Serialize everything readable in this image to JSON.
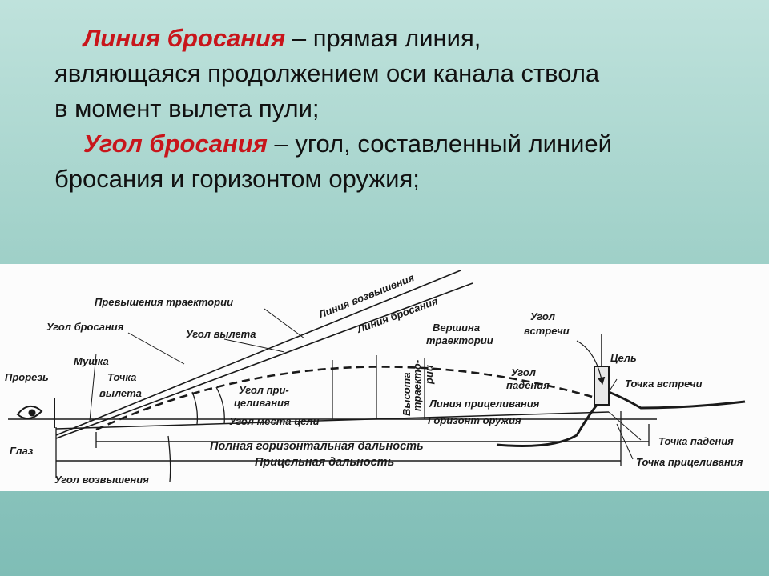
{
  "definitions": {
    "line_of_departure": {
      "term": "Линия бросания",
      "dash": "–",
      "line1_rest": "прямая линия,",
      "line2": "являющаяся продолжением оси канала ствола",
      "line3": "в момент вылета пули;"
    },
    "angle_of_departure": {
      "term": "Угол бросания",
      "line1_rest": " – угол, составленный линией",
      "line2": "бросания и горизонтом оружия;"
    }
  },
  "diagram": {
    "labels": {
      "elevation_line": "Линия возвышения",
      "line_of_departure": "Линия бросания",
      "trajectory_excess": "Превышения траектории",
      "angle_of_departure": "Угол бросания",
      "angle_of_launch": "Угол вылета",
      "front_sight": "Мушка",
      "rear_sight": "Прорезь",
      "eye": "Глаз",
      "departure_point_1": "Точка",
      "departure_point_2": "вылета",
      "aiming_angle_1": "Угол при-",
      "aiming_angle_2": "целивания",
      "target_site_angle": "Угол места цели",
      "trajectory_summit_1": "Вершина",
      "trajectory_summit_2": "траектории",
      "trajectory_height_1": "Высота",
      "trajectory_height_2": "траекто-",
      "trajectory_height_3": "рии",
      "aiming_line": "Линия прицеливания",
      "weapon_horizon": "Горизонт оружия",
      "angle_of_fall_1": "Угол",
      "angle_of_fall_2": "падения",
      "angle_of_impact_1": "Угол",
      "angle_of_impact_2": "встречи",
      "target": "Цель",
      "impact_point": "Точка встречи",
      "fall_point": "Точка падения",
      "aiming_point": "Точка прицеливания",
      "full_horizontal_range": "Полная горизонтальная дальность",
      "sighting_range": "Прицельная дальность",
      "elevation_angle": "Угол возвышения"
    }
  }
}
